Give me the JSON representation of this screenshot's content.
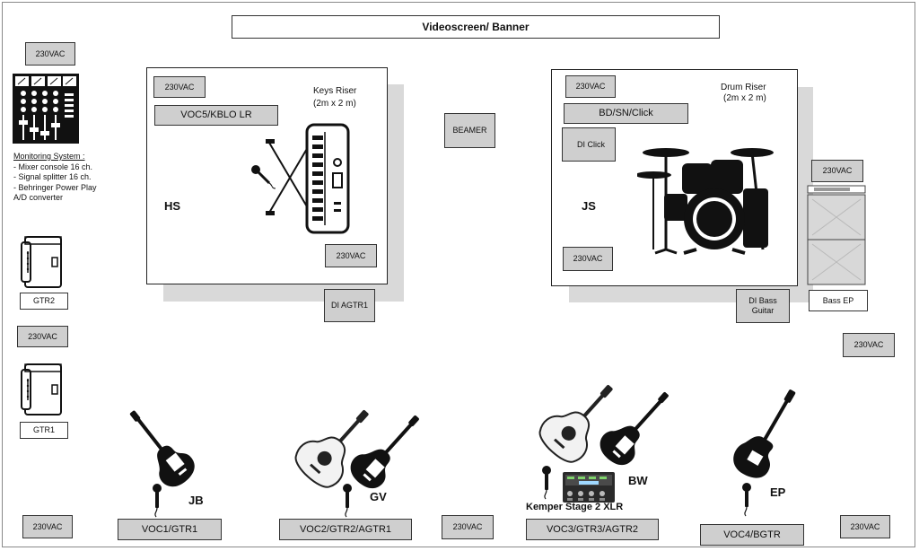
{
  "screen": {
    "label": "Videoscreen/ Banner"
  },
  "power_label": "230VAC",
  "monitoring": {
    "title": "Monitoring System :",
    "items": [
      "- Mixer console 16 ch.",
      "- Signal splitter 16 ch.",
      "- Behringer Power Play",
      "A/D converter"
    ]
  },
  "keys_riser": {
    "label": "Keys Riser",
    "size": "(2m x 2 m)",
    "channel": "VOC5/KBLO LR",
    "musician": "HS"
  },
  "drum_riser": {
    "label": "Drum Riser",
    "size": "(2m x 2 m)",
    "channel": "BD/SN/Click",
    "di_click": "DI Click",
    "musician": "JS"
  },
  "beamer": "BEAMER",
  "di_agtr1": "DI AGTR1",
  "di_bass": "DI Bass Guitar",
  "bass_amp": "Bass EP",
  "guitar_amps": [
    "GTR2",
    "GTR1"
  ],
  "kemper": "Kemper Stage 2 XLR",
  "musicians": [
    {
      "name": "JB",
      "channel": "VOC1/GTR1"
    },
    {
      "name": "GV",
      "channel": "VOC2/GTR2/AGTR1"
    },
    {
      "name": "BW",
      "channel": "VOC3/GTR3/AGTR2"
    },
    {
      "name": "EP",
      "channel": "VOC4/BGTR"
    }
  ]
}
